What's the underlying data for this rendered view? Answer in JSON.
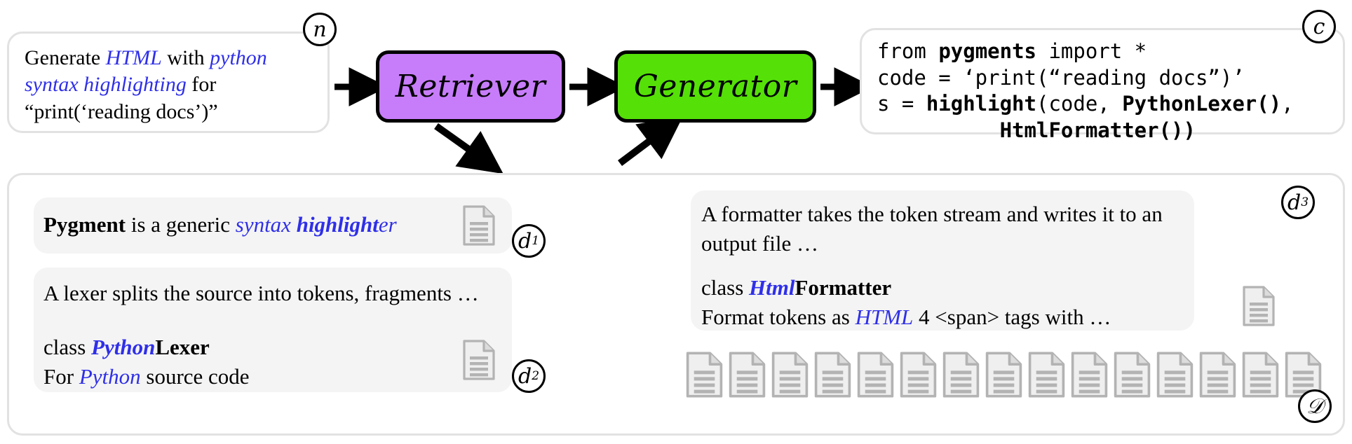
{
  "diagram": {
    "title": "Retrieval-Augmented Generation pipeline for code generation",
    "accent_purple": "#c77dfa",
    "accent_green": "#55e008",
    "highlight_blue": "#2f2fe8",
    "panel_border": "#e2e2e2",
    "doc_fill": "#f4f4f4",
    "doc_icon_stroke": "#b3b3b3"
  },
  "query": {
    "badge": "n",
    "segments": [
      {
        "text": "Generate ",
        "style": "plain"
      },
      {
        "text": "HTML",
        "style": "blue-italic"
      },
      {
        "text": " with ",
        "style": "plain"
      },
      {
        "text": "python syntax highlighting",
        "style": "blue-italic"
      },
      {
        "text": " for",
        "style": "plain"
      },
      {
        "text": "“print(‘reading docs’)”",
        "style": "plain"
      }
    ],
    "line1_a": "Generate ",
    "line1_b": "HTML",
    "line1_c": " with ",
    "line1_d": "python",
    "line2_a": "syntax highlighting",
    "line2_b": " for",
    "line3": "“print(‘reading docs’)”"
  },
  "pipeline": {
    "retriever_label": "Retriever",
    "generator_label": "Generator"
  },
  "code": {
    "badge": "c",
    "line1_a": "from ",
    "line1_b": "pygments",
    "line1_c": " import *",
    "line2": "code = ‘print(“reading docs”)’",
    "line3_a": "s = ",
    "line3_b": "highlight",
    "line3_c": "(code, ",
    "line3_d": "PythonLexer()",
    "line3_e": ",",
    "line4_indent": "          ",
    "line4_b": "HtmlFormatter())"
  },
  "documents": [
    {
      "id": "d1",
      "badge": "d",
      "subscript": "1",
      "line1_a": "Pygment",
      "line1_b": " is a generic ",
      "line1_c": "syntax ",
      "line1_d": "highlight",
      "line1_e": "er"
    },
    {
      "id": "d2",
      "badge": "d",
      "subscript": "2",
      "line1": "A lexer splits the source into tokens, fragments …",
      "line2_a": "class ",
      "line2_b": "Python",
      "line2_c": "Lexer",
      "line3_a": "For ",
      "line3_b": "Python",
      "line3_c": " source code"
    },
    {
      "id": "d3",
      "badge": "d",
      "subscript": "3",
      "line1": "A formatter takes the token stream and writes it to an output file …",
      "line2_a": "class ",
      "line2_b": "Html",
      "line2_c": "Formatter",
      "line3_a": "Format tokens as ",
      "line3_b": "HTML",
      "line3_c": " 4 <span> tags with …"
    }
  ],
  "corpus": {
    "badge": "𝒟",
    "icon_name": "document-icon",
    "icon_count": 15
  }
}
